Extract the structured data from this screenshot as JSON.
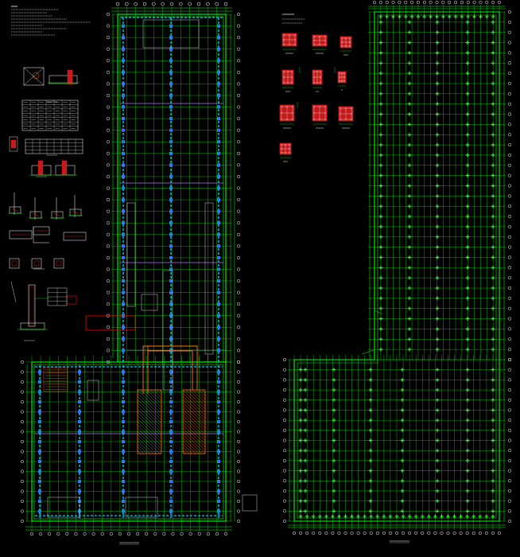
{
  "drawing": {
    "background": "#000000",
    "colors": {
      "grid": "#00ff00",
      "gridLight": "#9dff9d",
      "axis": "#00c000",
      "column": "#00c8ff",
      "columnFill": "#3a6dff",
      "beam": "#b46bff",
      "section": "#ff2a2a",
      "sectionFill": "#c31a1a",
      "hatch": "#ff7a00",
      "text": "#ffffff",
      "highlight": "#ff0000",
      "detail": "#ffffff"
    },
    "panels": [
      {
        "id": "left-plan",
        "grid_cols": 17,
        "grid_rows": 24
      },
      {
        "id": "right-plan",
        "grid_cols": 20,
        "grid_rows": 34
      }
    ],
    "detail_groups": [
      "general-notes",
      "pit-details",
      "rebar-tables",
      "wall-sections",
      "column-sections"
    ],
    "legend_icons": [
      "column-section-icon",
      "axis-bubble-icon",
      "dimension-icon"
    ]
  }
}
